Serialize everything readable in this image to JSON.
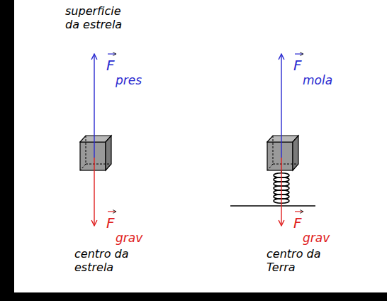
{
  "diagram": {
    "labels": [
      "superficie da estrela",
      "F",
      "pres",
      "F",
      "grav",
      "centro da estrela",
      "F",
      "mola",
      "F",
      "grav",
      "centro da Terra"
    ]
  }
}
